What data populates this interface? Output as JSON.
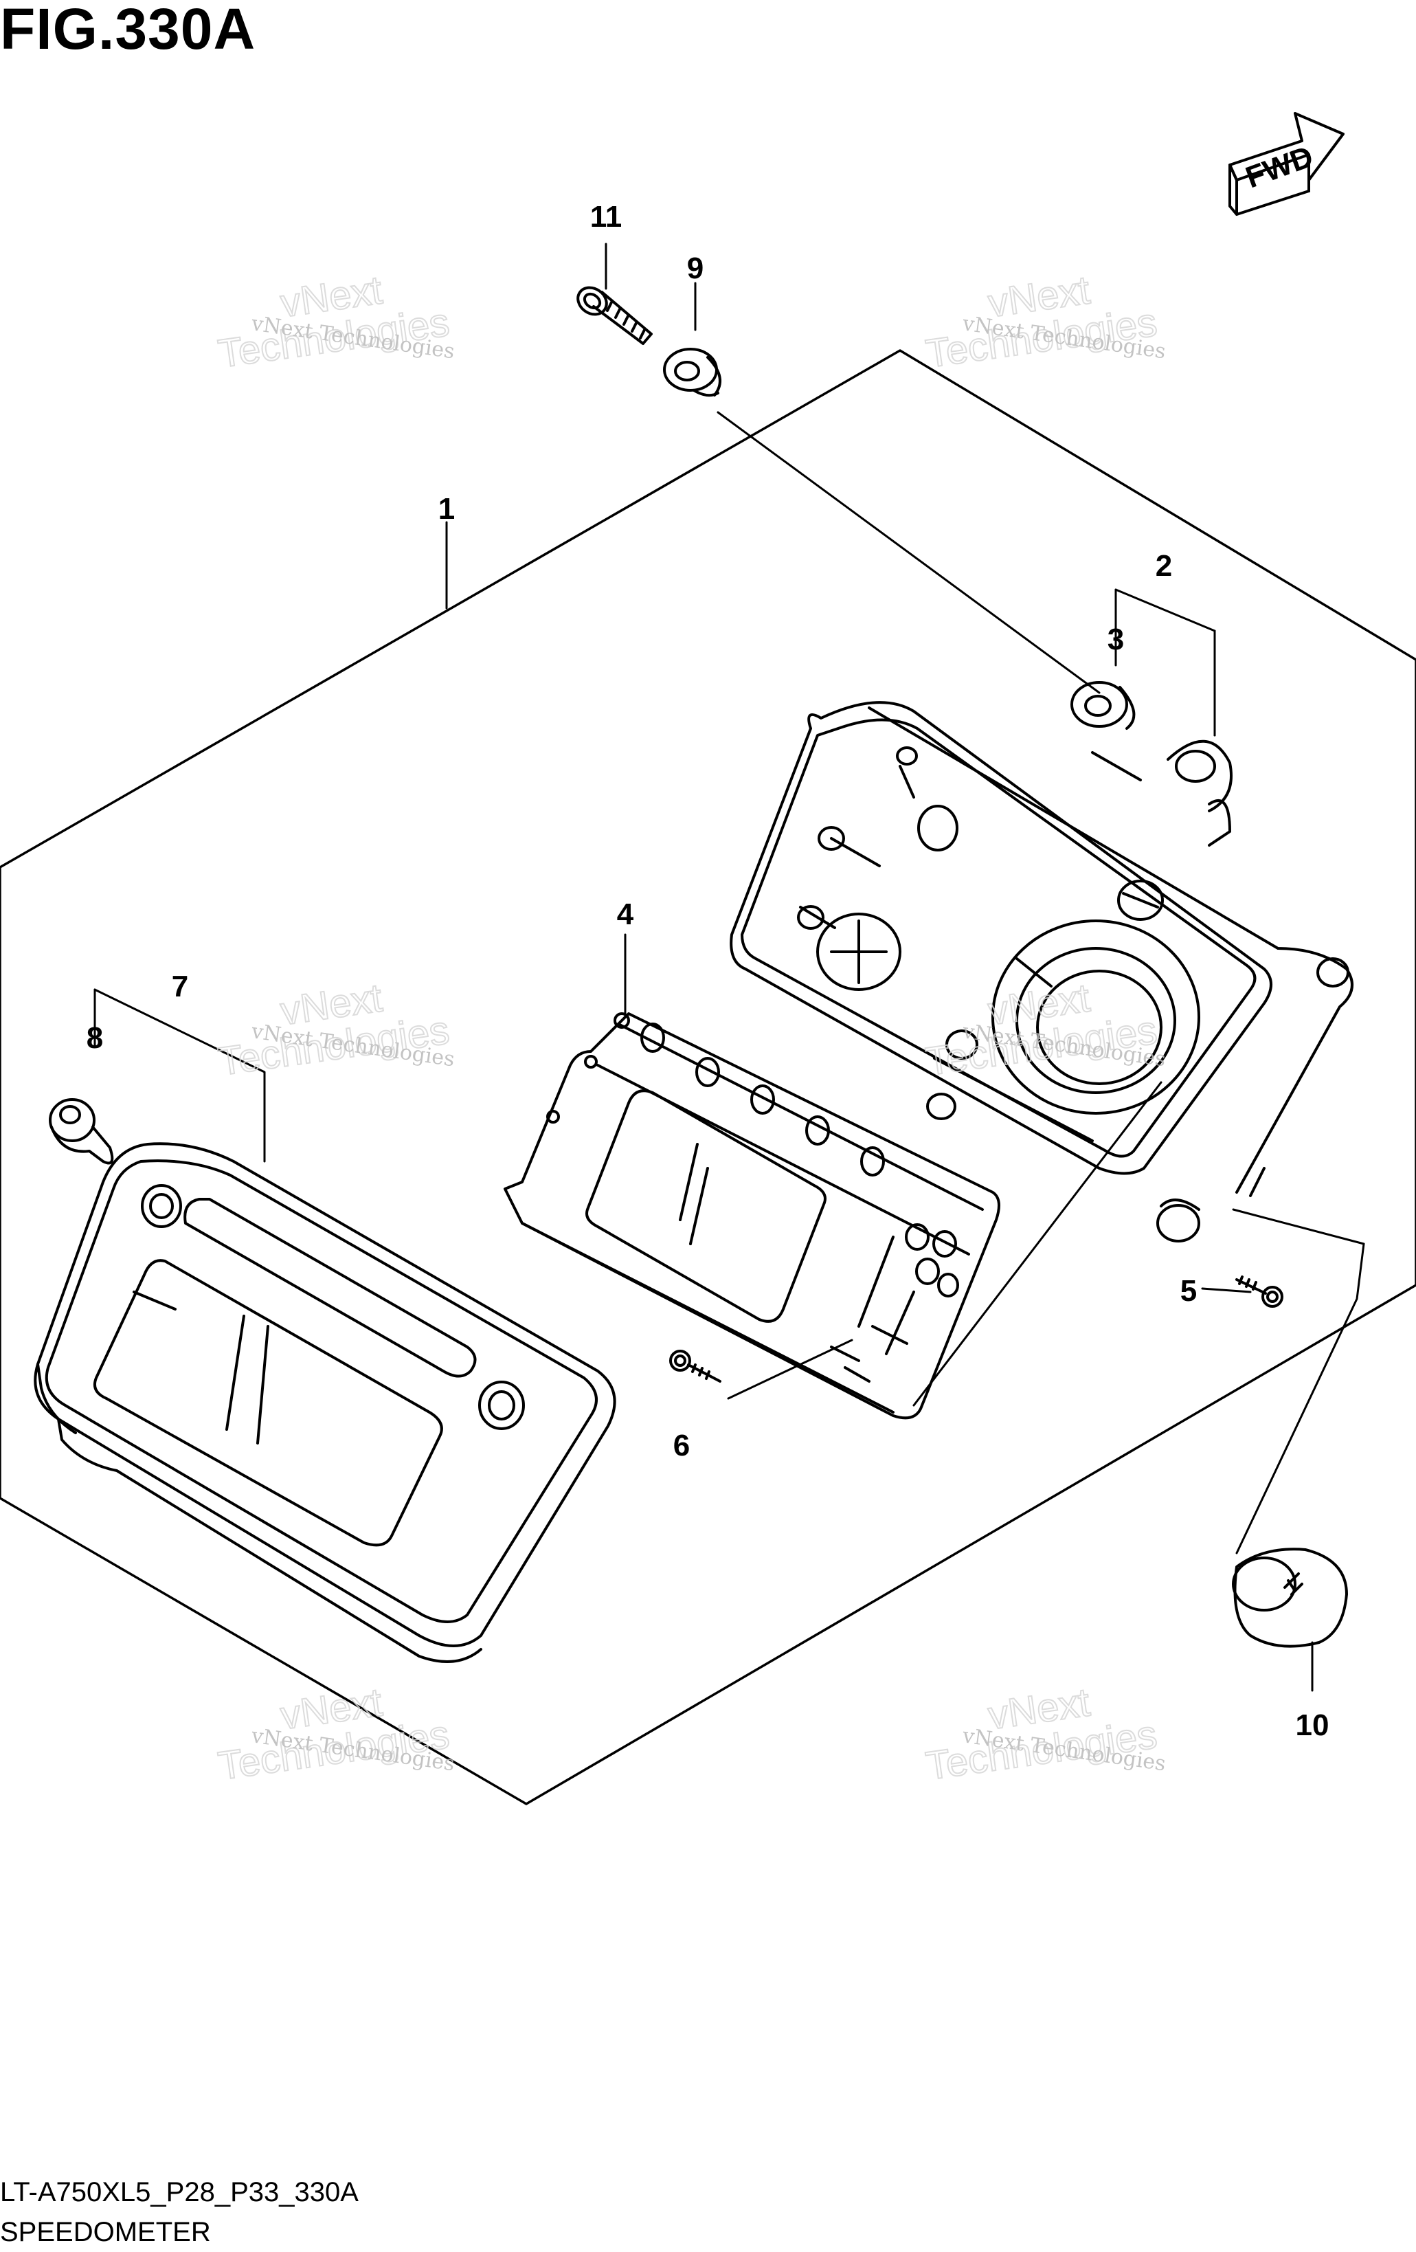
{
  "header": {
    "figure_title": "FIG.330A"
  },
  "footer": {
    "model_code": "LT-A750XL5_P28_P33_330A",
    "section_name": "SPEEDOMETER"
  },
  "direction_marker": {
    "label": "FWD",
    "icon": "fwd-arrow-icon"
  },
  "callouts": [
    "1",
    "2",
    "3",
    "4",
    "5",
    "6",
    "7",
    "8",
    "9",
    "10",
    "11"
  ],
  "watermark": {
    "line1": "vNext",
    "line2": "Technologies",
    "small": "vNext Technologies"
  }
}
